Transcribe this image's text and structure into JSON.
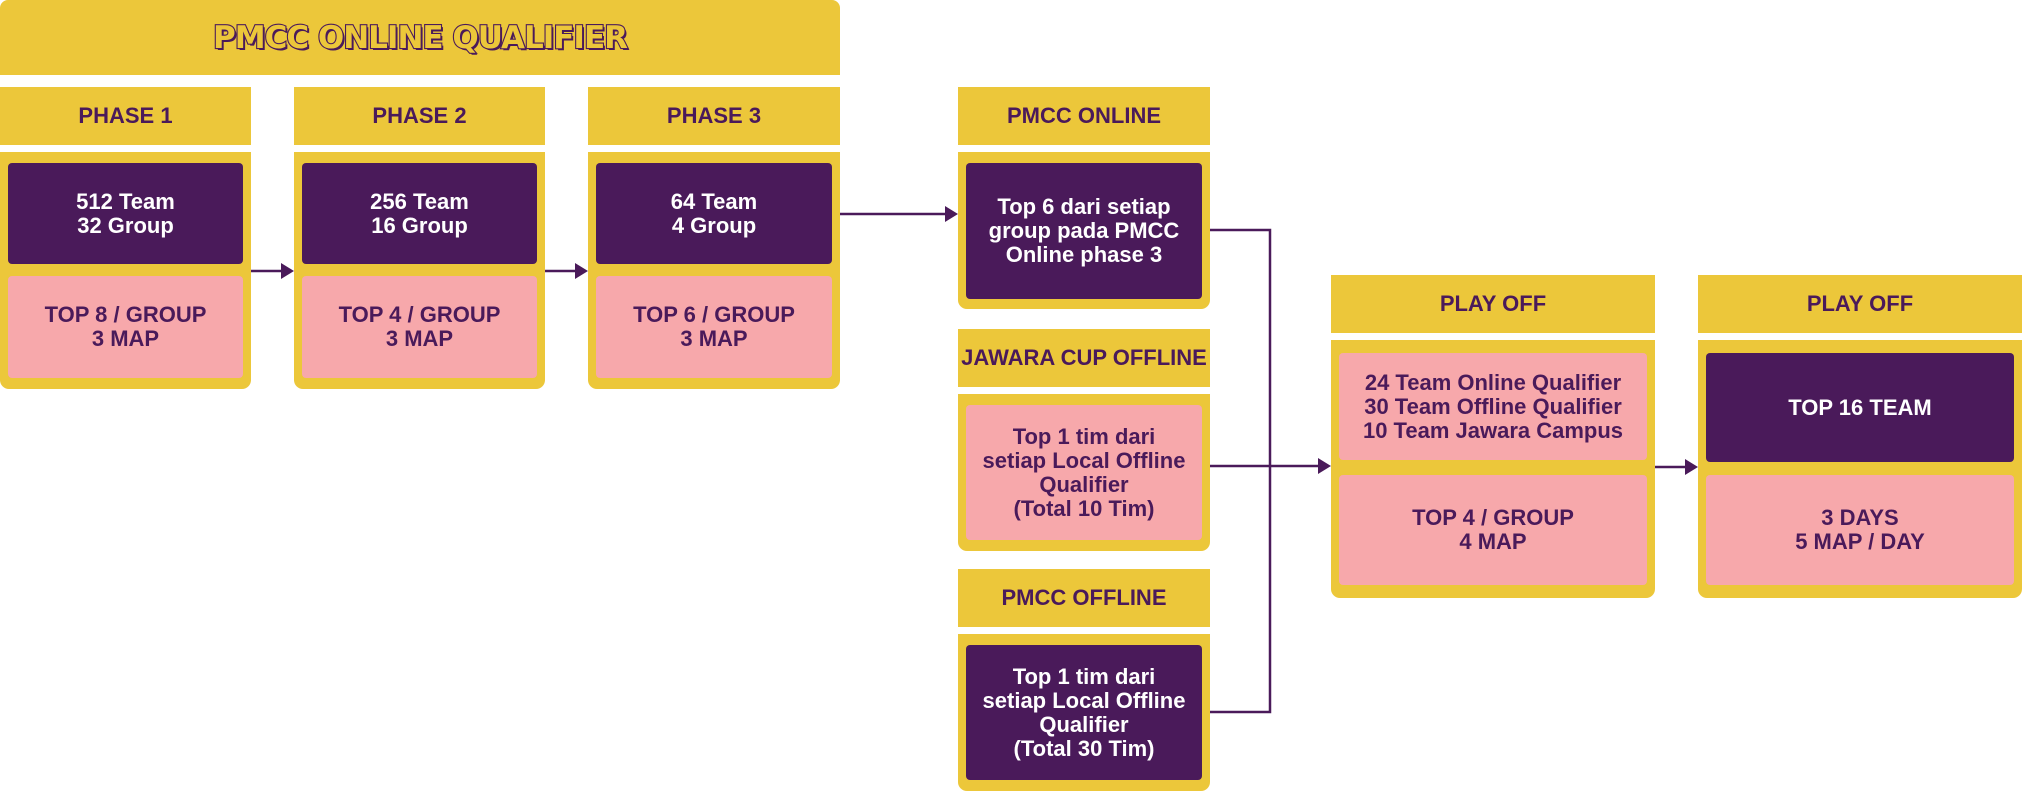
{
  "banner": {
    "title": "PMCC ONLINE QUALIFIER"
  },
  "phases": [
    {
      "header": "PHASE 1",
      "teams": "512 Team\n32 Group",
      "rule": "TOP 8 / GROUP\n3 MAP"
    },
    {
      "header": "PHASE 2",
      "teams": "256 Team\n16 Group",
      "rule": "TOP 4 / GROUP\n3 MAP"
    },
    {
      "header": "PHASE 3",
      "teams": "64 Team\n4 Group",
      "rule": "TOP 6 / GROUP\n3 MAP"
    }
  ],
  "sources": [
    {
      "header": "PMCC ONLINE",
      "body": "Top 6 dari setiap\ngroup pada PMCC\nOnline phase 3"
    },
    {
      "header": "JAWARA CUP OFFLINE",
      "body": "Top 1 tim dari\nsetiap Local Offline\nQualifier\n(Total 10 Tim)"
    },
    {
      "header": "PMCC OFFLINE",
      "body": "Top 1 tim dari\nsetiap Local Offline\nQualifier\n(Total 30 Tim)"
    }
  ],
  "playoff1": {
    "header": "PLAY OFF",
    "teams": "24 Team Online Qualifier\n30 Team Offline Qualifier\n10 Team Jawara Campus",
    "rule": "TOP 4 / GROUP\n4 MAP"
  },
  "playoff2": {
    "header": "PLAY OFF",
    "teams": "TOP 16 TEAM",
    "rule": "3 DAYS\n5 MAP / DAY"
  },
  "colors": {
    "yellow": "#ECC73A",
    "purple": "#4A1A5A",
    "pink": "#F7A8AB"
  }
}
